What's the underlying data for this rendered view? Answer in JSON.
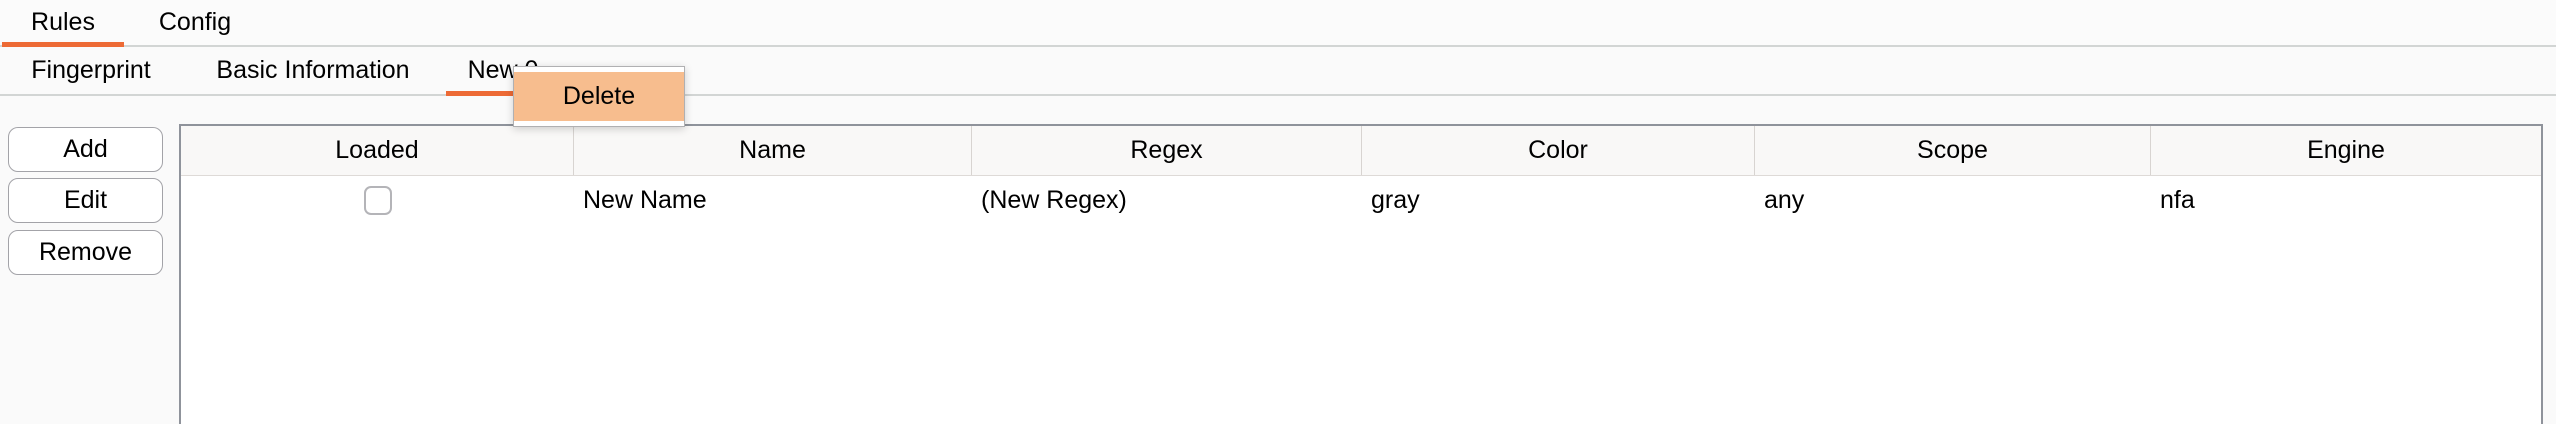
{
  "primary_tabs": [
    {
      "label": "Rules",
      "active": true
    },
    {
      "label": "Config",
      "active": false
    }
  ],
  "secondary_tabs": [
    {
      "label": "Fingerprint",
      "active": false
    },
    {
      "label": "Basic Information",
      "active": false
    },
    {
      "label": "New 0",
      "active": true
    }
  ],
  "context_menu": {
    "items": [
      {
        "label": "Delete",
        "highlighted": true
      }
    ]
  },
  "sidebar_buttons": [
    {
      "label": "Add"
    },
    {
      "label": "Edit"
    },
    {
      "label": "Remove"
    }
  ],
  "table": {
    "columns": [
      "Loaded",
      "Name",
      "Regex",
      "Color",
      "Scope",
      "Engine"
    ],
    "rows": [
      {
        "loaded_checked": false,
        "name": "New Name",
        "regex": "(New Regex)",
        "color": "gray",
        "scope": "any",
        "engine": "nfa"
      }
    ]
  },
  "colors": {
    "accent_underline": "#ed6a35",
    "menu_highlight": "#f7bd8e",
    "table_border": "#8f939b"
  }
}
